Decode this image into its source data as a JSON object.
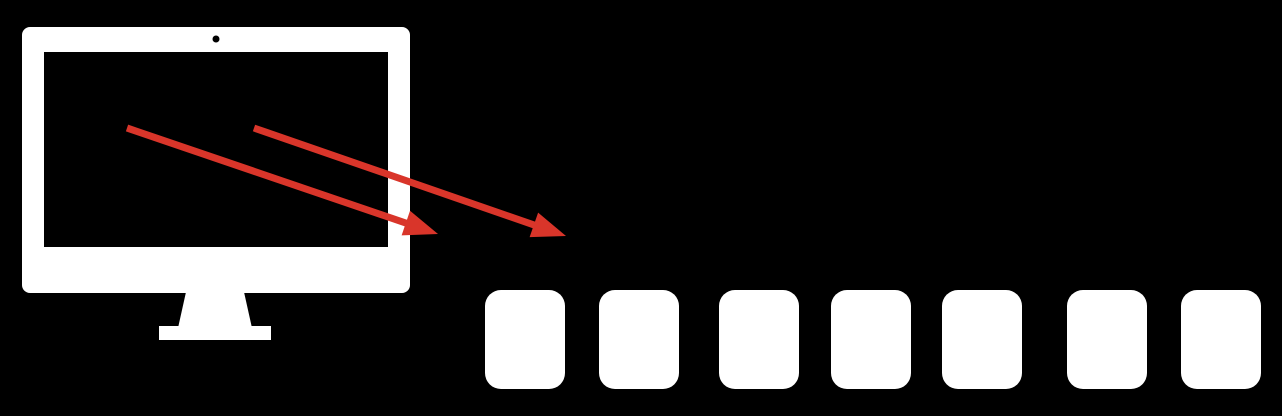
{
  "colors": {
    "background": "#000000",
    "monitor": "#ffffff",
    "screen": "#000000",
    "arrow": "#d9352a",
    "tile": "#ffffff"
  },
  "icons": {
    "monitor": "desktop-monitor-icon",
    "camera": "webcam-dot-icon",
    "arrow": "red-arrow-icon",
    "tile": "rounded-square-tile-icon"
  },
  "arrows": [
    {
      "name": "arrow-1"
    },
    {
      "name": "arrow-2"
    }
  ],
  "tiles": [
    {
      "name": "tile-1"
    },
    {
      "name": "tile-2"
    },
    {
      "name": "tile-3"
    },
    {
      "name": "tile-4"
    },
    {
      "name": "tile-5"
    },
    {
      "name": "tile-6"
    },
    {
      "name": "tile-7"
    }
  ]
}
